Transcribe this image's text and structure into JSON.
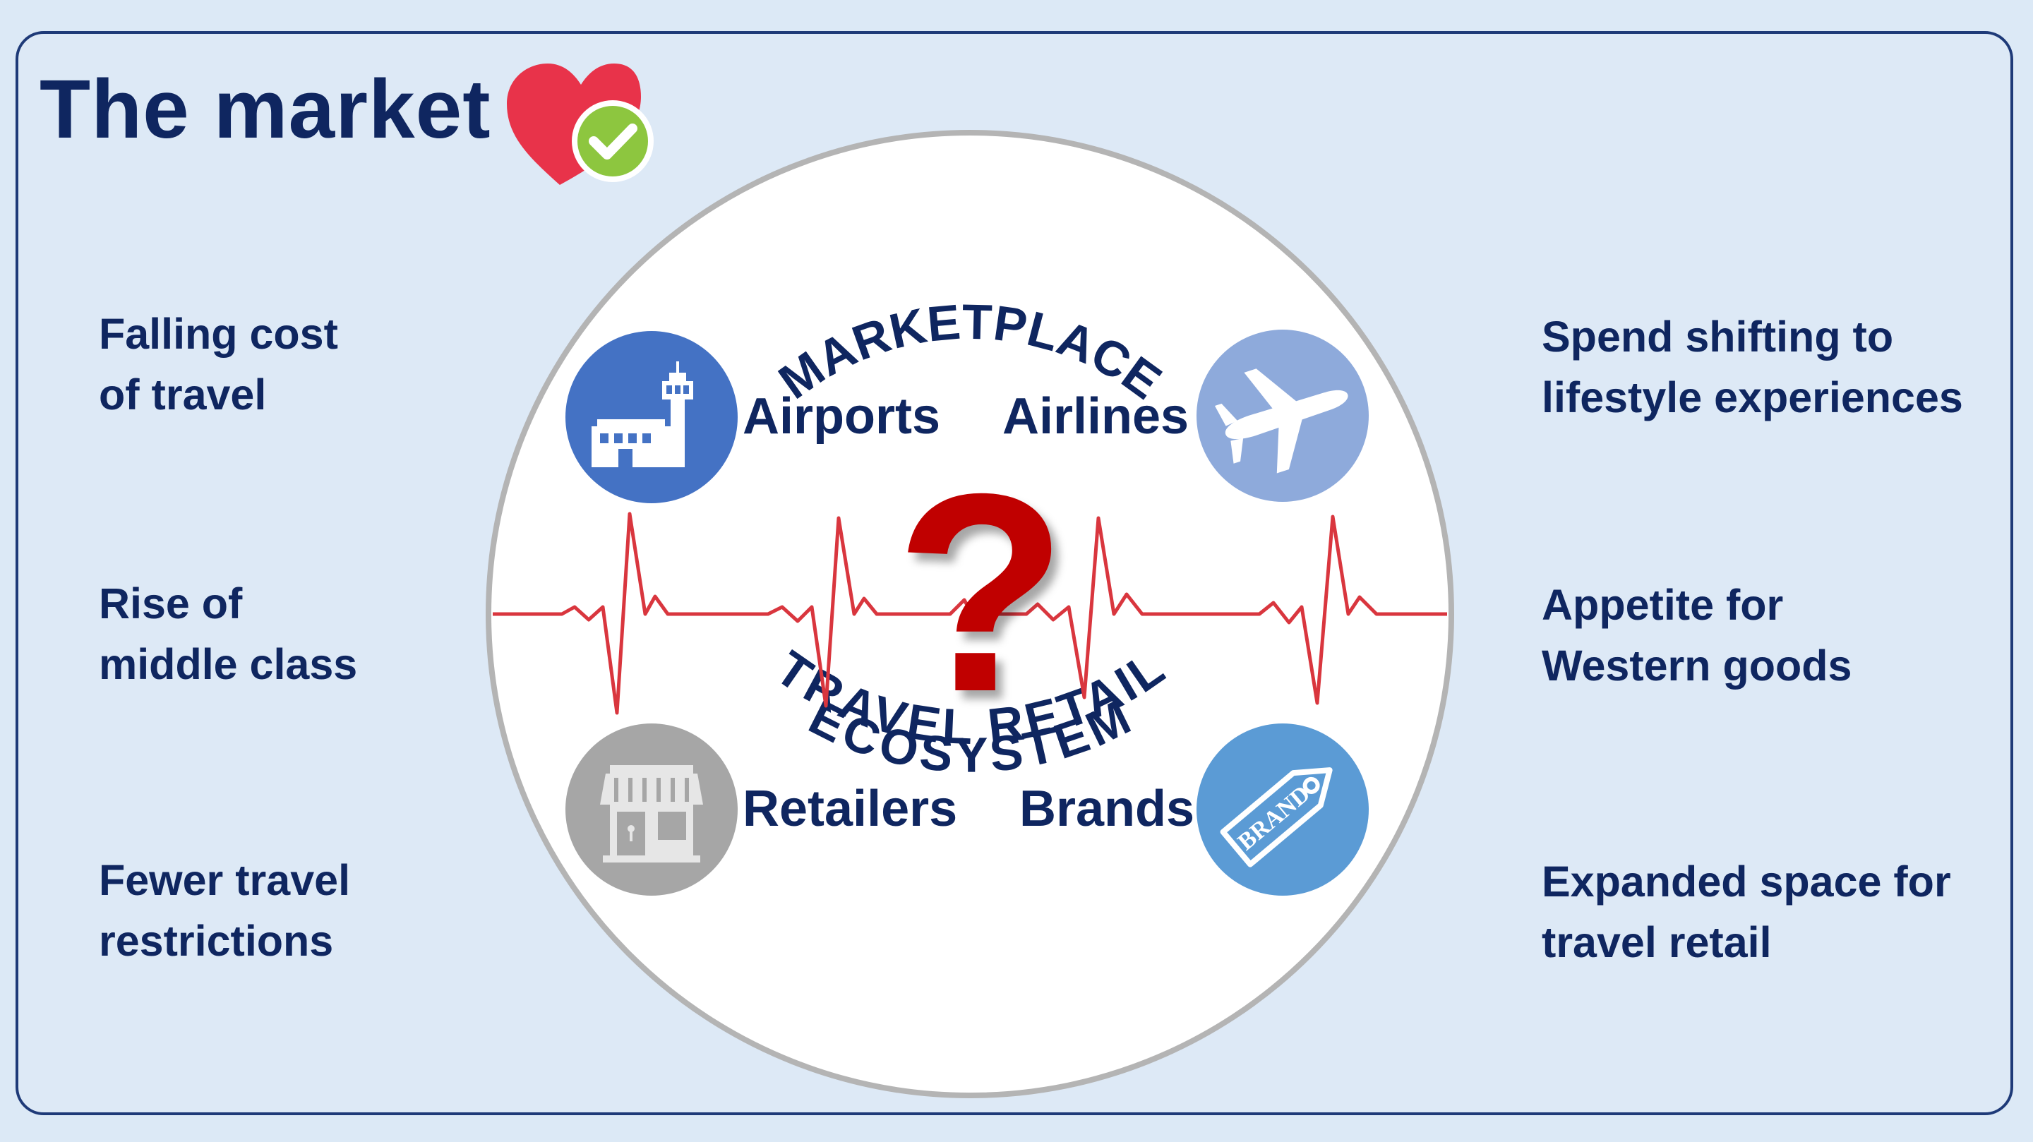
{
  "title": "The market",
  "drivers_left": [
    {
      "line1": "Falling cost",
      "line2": "of travel"
    },
    {
      "line1": "Rise of",
      "line2": "middle class"
    },
    {
      "line1": "Fewer travel",
      "line2": "restrictions"
    }
  ],
  "drivers_right": [
    {
      "line1": "Spend shifting to",
      "line2": "lifestyle experiences"
    },
    {
      "line1": "Appetite for",
      "line2": "Western goods"
    },
    {
      "line1": "Expanded space for",
      "line2": "travel retail"
    }
  ],
  "circle": {
    "top_arc": "MARKETPLACE",
    "bottom_arc_line1": "TRAVEL RETAIL",
    "bottom_arc_line2": "ECOSYSTEM",
    "center_symbol": "?"
  },
  "roles": {
    "airports": "Airports",
    "airlines": "Airlines",
    "retailers": "Retailers",
    "brands": "Brands",
    "brand_tag_text": "BRAND"
  },
  "colors": {
    "navy": "#0f2660",
    "heart": "#e8334a",
    "check": "#8dc63f",
    "pulse": "#d9363e",
    "question": "#c00000",
    "airports_circle": "#4472c4",
    "airlines_circle": "#8eaadb",
    "retailers_circle": "#a6a6a6",
    "brands_circle": "#5b9bd5"
  }
}
